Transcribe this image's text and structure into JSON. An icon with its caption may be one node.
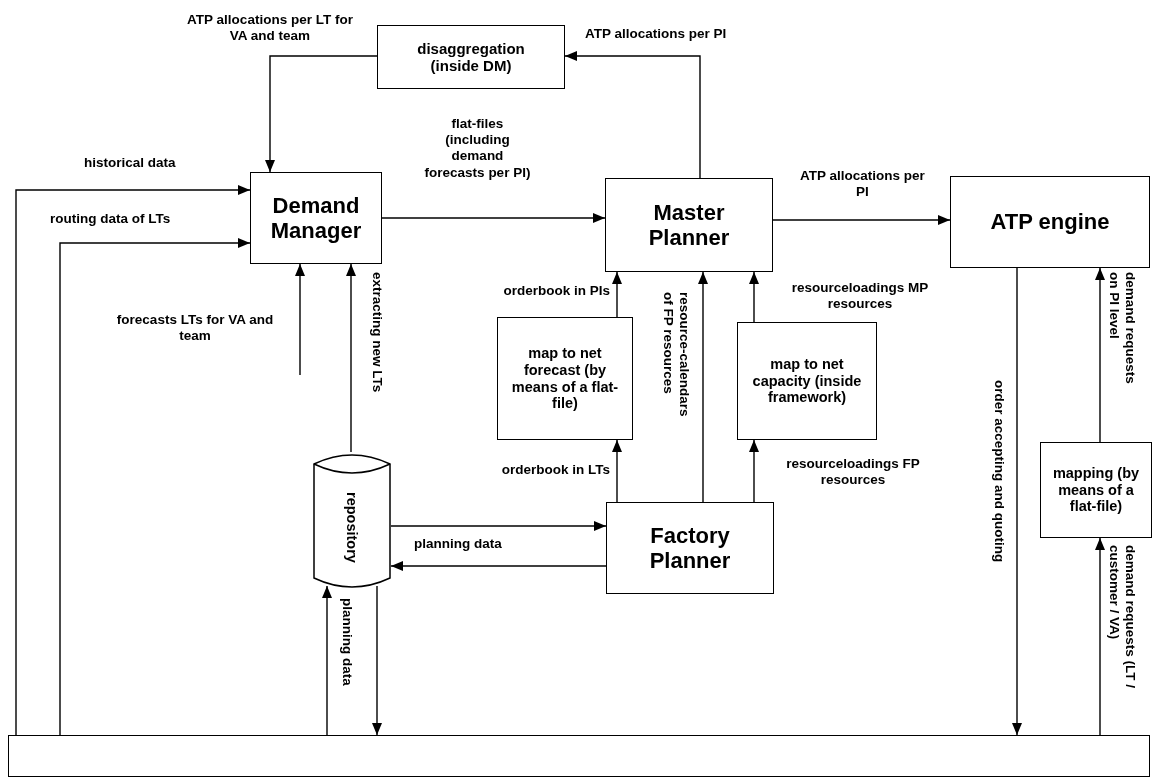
{
  "diagram": {
    "nodes": [
      {
        "text": [
          "disaggregation (inside DM)"
        ]
      },
      {
        "text": [
          "Demand Manager"
        ]
      },
      {
        "text": [
          "Master Planner"
        ]
      },
      {
        "text": [
          "ATP engine"
        ]
      },
      {
        "text": [
          "map to net forecast (by means of a flat-file)"
        ]
      },
      {
        "text": [
          "map to net capacity (inside framework)"
        ]
      },
      {
        "text": [
          "repository"
        ]
      },
      {
        "text": [
          "Factory Planner"
        ]
      },
      {
        "text": [
          "mapping (by means of a flat-file)"
        ]
      },
      {
        "text": [],
        "shape": "box"
      }
    ],
    "edges": [
      {
        "from": 2,
        "to": 0,
        "arrow": "to",
        "label": "ATP allocations per PI"
      },
      {
        "from": 0,
        "to": 1,
        "arrow": "to",
        "label": "ATP allocations per LT for VA and team"
      },
      {
        "from": 9,
        "to": 1,
        "arrow": "to",
        "label": "historical data"
      },
      {
        "from": 9,
        "to": 1,
        "arrow": "to",
        "label": "routing data of LTs"
      },
      {
        "from": null,
        "to": 1,
        "arrow": "to",
        "label": "forecasts LTs for VA and team"
      },
      {
        "from": 6,
        "to": 1,
        "arrow": "to",
        "label": "extracting new LTs"
      },
      {
        "from": 1,
        "to": 2,
        "arrow": "to",
        "label": "flat-files (including demand forecasts per PI)"
      },
      {
        "from": 2,
        "to": 3,
        "arrow": "to",
        "label": "ATP allocations per PI"
      },
      {
        "from": 4,
        "to": 2,
        "arrow": "to",
        "label": "orderbook in PIs"
      },
      {
        "from": 7,
        "to": 4,
        "arrow": "to",
        "label": "orderbook in LTs"
      },
      {
        "from": 7,
        "to": 2,
        "arrow": "to",
        "label": "resource-calendars of FP resources"
      },
      {
        "from": 5,
        "to": 2,
        "arrow": "to",
        "label": "resourceloadings MP resources"
      },
      {
        "from": 7,
        "to": 5,
        "arrow": "to",
        "label": "resourceloadings FP resources"
      },
      {
        "from": 6,
        "to": 7,
        "arrow": "to"
      },
      {
        "from": 7,
        "to": 6,
        "arrow": "to",
        "label": "planning data"
      },
      {
        "from": 9,
        "to": 6,
        "arrow": "to",
        "label": "planning data"
      },
      {
        "from": 6,
        "to": 9,
        "arrow": "to"
      },
      {
        "from": 3,
        "to": 9,
        "arrow": "to",
        "label": "order accepting and quoting"
      },
      {
        "from": 9,
        "to": 8,
        "arrow": "to",
        "label": "demand requests (LT / customer / VA)"
      },
      {
        "from": 8,
        "to": 3,
        "arrow": "to",
        "label": "demand requests on PI level"
      }
    ]
  }
}
